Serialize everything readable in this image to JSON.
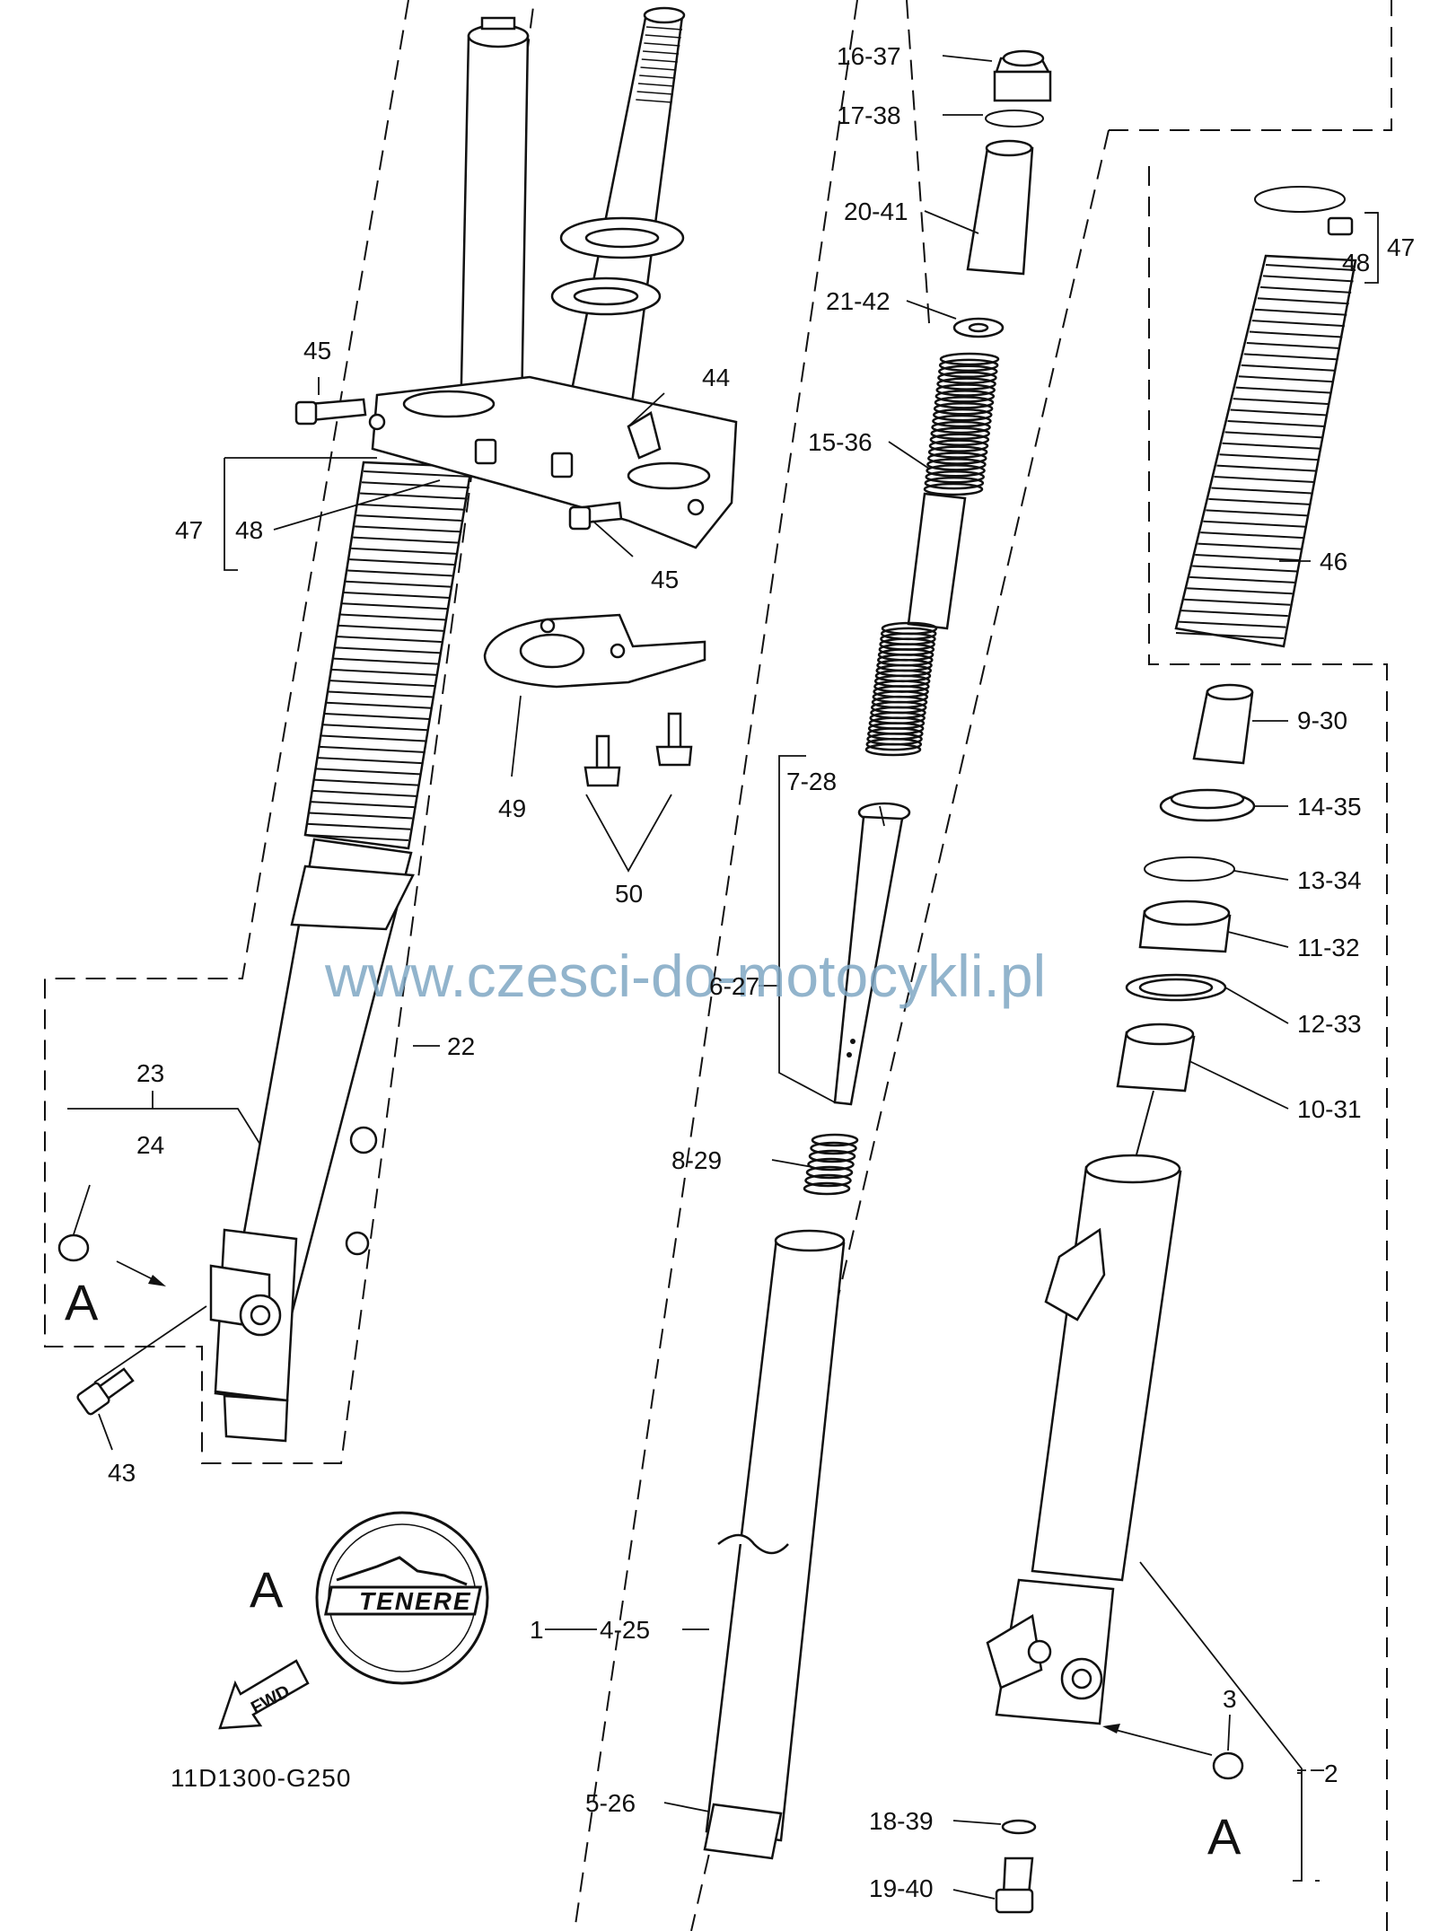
{
  "diagram": {
    "catalog_code": "11D1300-G250",
    "watermark": "www.czesci-do-motocykli.pl",
    "view_letter": "A",
    "fwd_label": "FWD",
    "emblem_text": "TENERE",
    "labels": {
      "p1": "1",
      "p2": "2",
      "p3": "3",
      "p4_25": "4-25",
      "p5_26": "5-26",
      "p6_27": "6-27",
      "p7_28": "7-28",
      "p8_29": "8-29",
      "p9_30": "9-30",
      "p10_31": "10-31",
      "p11_32": "11-32",
      "p12_33": "12-33",
      "p13_34": "13-34",
      "p14_35": "14-35",
      "p15_36": "15-36",
      "p16_37": "16-37",
      "p17_38": "17-38",
      "p18_39": "18-39",
      "p19_40": "19-40",
      "p20_41": "20-41",
      "p21_42": "21-42",
      "p22": "22",
      "p23": "23",
      "p24": "24",
      "p43": "43",
      "p44": "44",
      "p45a": "45",
      "p45b": "45",
      "p46": "46",
      "p47a": "47",
      "p47b": "47",
      "p48a": "48",
      "p48b": "48",
      "p49": "49",
      "p50": "50"
    }
  }
}
